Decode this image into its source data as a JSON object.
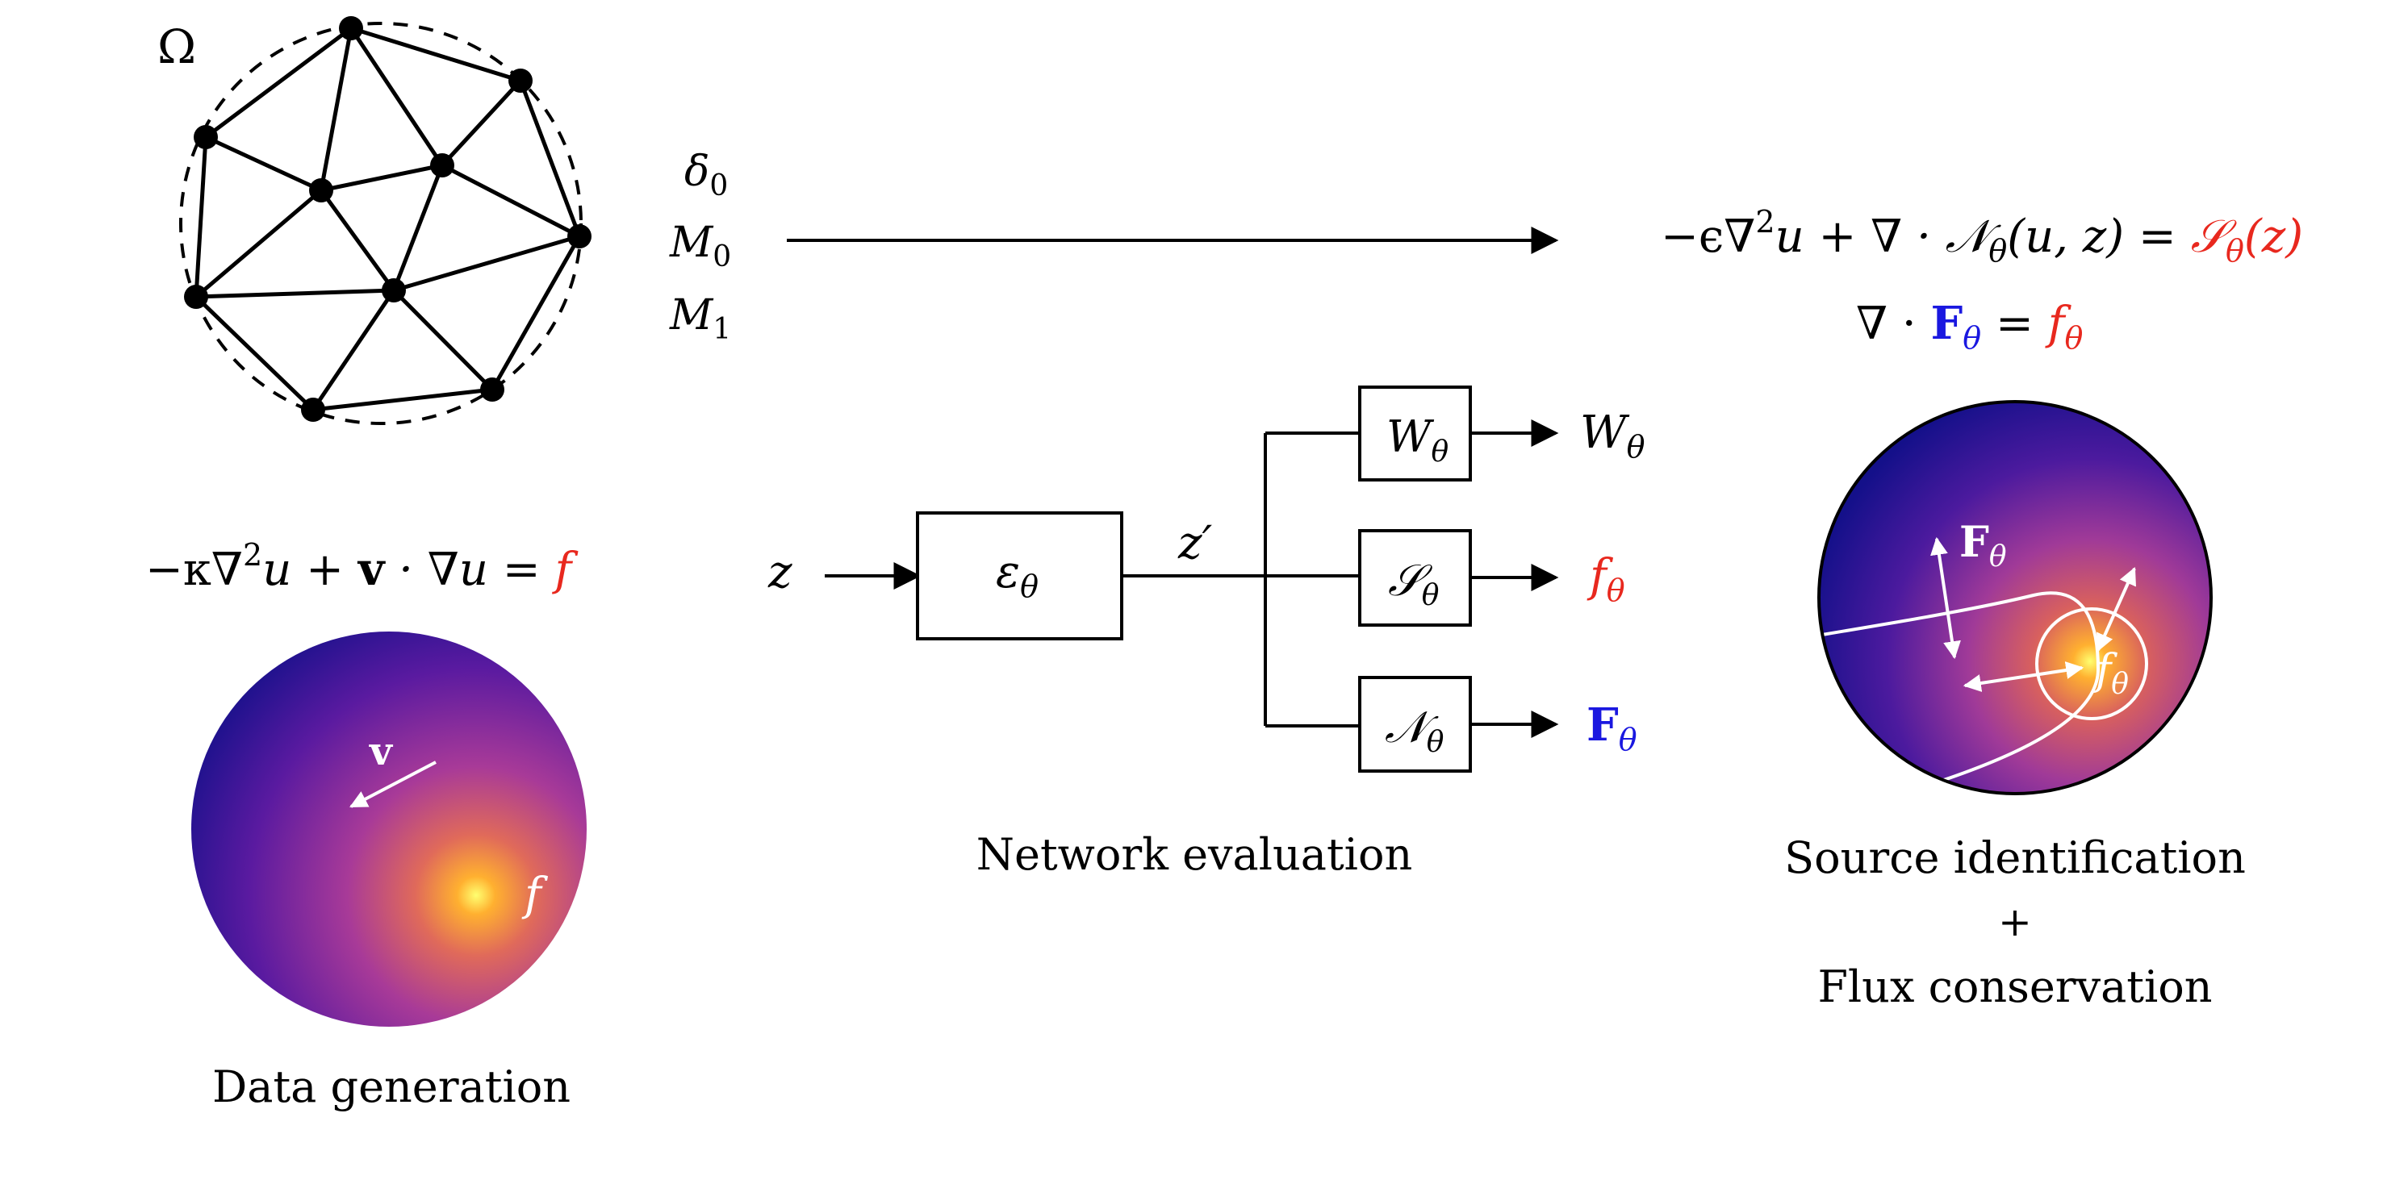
{
  "colors": {
    "red": "#e8281e",
    "blue": "#1a18e0",
    "black": "#000000"
  },
  "mesh": {
    "omega": "Ω"
  },
  "inputs_list": {
    "delta": "δ",
    "delta_sub": "0",
    "m0": "M",
    "m0_sub": "0",
    "m1": "M",
    "m1_sub": "1"
  },
  "top_equation": {
    "part1": "−ϵ∇",
    "sup": "2",
    "part2": "u + ∇ · 𝒩",
    "theta": "θ",
    "part3": "(u, z) = ",
    "rhs": "𝒮",
    "rhs_theta": "θ",
    "rhs_arg": "(z)"
  },
  "divergence_equation": {
    "nabla": "∇ · ",
    "F": "F",
    "F_theta": "θ",
    "eq": " = ",
    "f": "f",
    "f_theta": "θ"
  },
  "data_equation": {
    "part1": "−κ∇",
    "sup": "2",
    "part2": "u + ",
    "v": "v",
    "part3": " · ∇u = ",
    "f": "f"
  },
  "data_disk": {
    "v_label": "v",
    "f_label": "f"
  },
  "network": {
    "z": "z",
    "zprime": "z′",
    "encoder": "ε",
    "encoder_sub": "θ",
    "box_w": "W",
    "box_w_sub": "θ",
    "box_s": "𝒮",
    "box_s_sub": "θ",
    "box_n": "𝒩",
    "box_n_sub": "θ",
    "out_w": "W",
    "out_w_sub": "θ",
    "out_f": "f",
    "out_f_sub": "θ",
    "out_F": "F",
    "out_F_sub": "θ"
  },
  "source_disk": {
    "F_label": "F",
    "F_sub": "θ",
    "f_label": "f",
    "f_sub": "θ"
  },
  "captions": {
    "data_generation": "Data generation",
    "network_evaluation": "Network evaluation",
    "source_line1": "Source identification",
    "source_plus": "+",
    "source_line2": "Flux conservation"
  }
}
